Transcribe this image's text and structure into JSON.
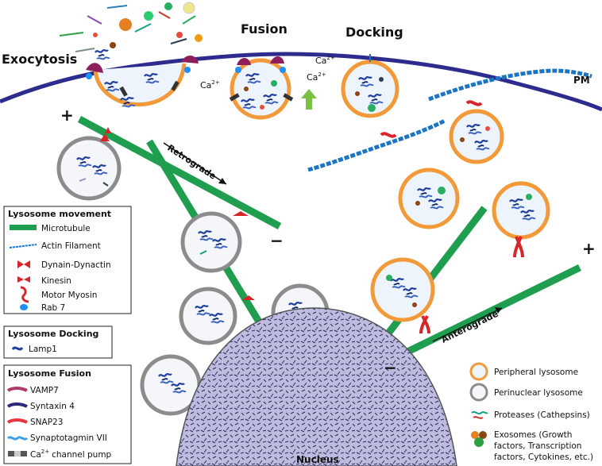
{
  "stage_labels": {
    "exocytosis": "Exocytosis",
    "fusion": "Fusion",
    "docking": "Docking",
    "pm": "PM",
    "retrograde": "Retrograde",
    "anterograde": "Anterograde",
    "nucleus": "Nucleus",
    "ca_base": "Ca",
    "ca_sup": "2+",
    "plus": "+",
    "minus": "−"
  },
  "legend_movement": {
    "title": "Lysosome movement",
    "items": [
      "Microtubule",
      "Actin Filament",
      "Dynain-Dynactin",
      "Kinesin",
      "Motor Myosin",
      "Rab 7"
    ]
  },
  "legend_docking": {
    "title": "Lysosome Docking",
    "items": [
      "Lamp1"
    ]
  },
  "legend_fusion": {
    "title": "Lysosome Fusion",
    "items": [
      "VAMP7",
      "Syntaxin 4",
      "SNAP23",
      "Synaptotagmin VII",
      "channel pump"
    ],
    "ca_prefix": "Ca",
    "ca_sup": "2+"
  },
  "legend_right": {
    "items": [
      "Peripheral lysosome",
      "Perinuclear lysosome",
      "Proteases (Cathepsins)"
    ],
    "exosomes_lines": [
      "Exosomes (Growth",
      "factors, Transcription",
      "factors, Cytokines, etc.)"
    ]
  },
  "colors": {
    "membrane": "#2e2b8f",
    "microtubule": "#1f9e4f",
    "actin": "#1b74c4",
    "peripheral_lysosome": "#f29a3a",
    "perinuclear_lysosome": "#8c8c8c",
    "motor_red": "#d7262b",
    "nucleus": "#b9b8de"
  }
}
